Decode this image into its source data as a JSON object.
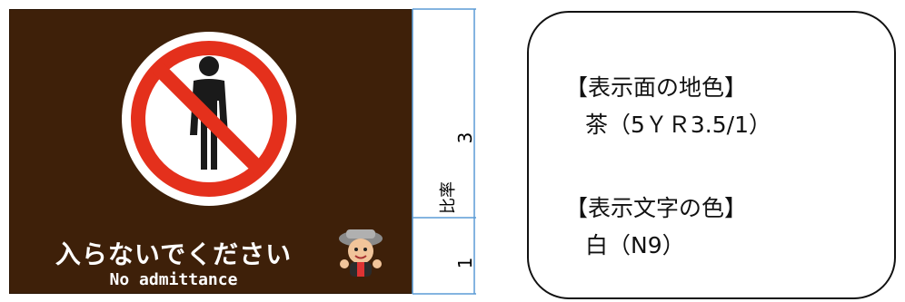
{
  "sign": {
    "background_color": "#3e2009",
    "icon": "no-entry-person-icon",
    "text_jp": "入らないでください",
    "text_en": "No admittance",
    "mascot": "mascot-character-icon"
  },
  "dimensions": {
    "ratio_label": "比率",
    "height_value": "3",
    "bottom_value": "1"
  },
  "info": {
    "surface_heading": "【表示面の地色】",
    "surface_value": "茶（5ＹＲ3.5/1）",
    "text_heading": "【表示文字の色】",
    "text_value": "白（N9）"
  },
  "colors": {
    "brown": "#3e2009",
    "prohibition_red": "#e4301c",
    "line_blue": "#5b9bd5"
  }
}
